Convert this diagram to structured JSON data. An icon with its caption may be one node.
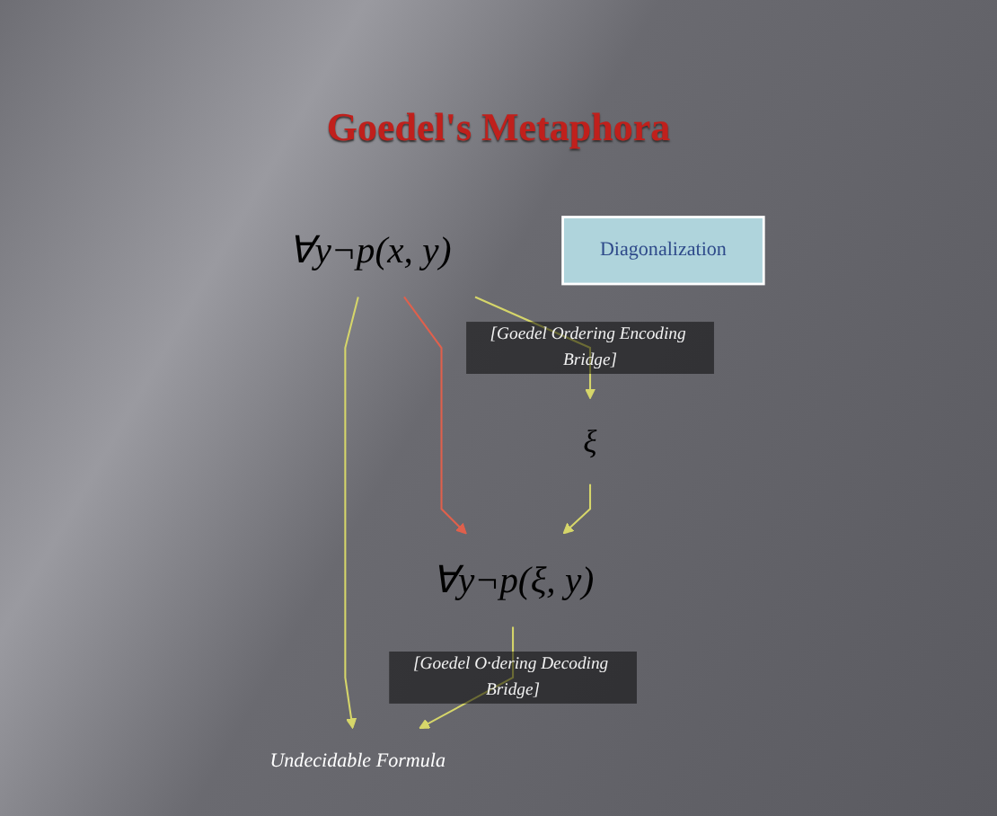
{
  "diagram": {
    "title": "Goedel's Metaphora",
    "nodes": [
      {
        "text": [
          "∀y¬p(x, y)"
        ]
      },
      {
        "text": [
          "Undecidable Formula"
        ]
      },
      {
        "text": [
          "Diagonalization"
        ]
      },
      {
        "text": [
          "ξ"
        ]
      },
      {
        "text": [
          "∀y¬p(ξ, y)"
        ]
      }
    ],
    "edges": [
      {
        "from": 0,
        "to": 1,
        "arrow": "to"
      },
      {
        "from": 0,
        "to": 3,
        "arrow": "to",
        "label": "[Goedel Ordering Encoding Bridge]"
      },
      {
        "from": 0,
        "to": 4,
        "arrow": "to",
        "color": "#e0604c"
      },
      {
        "from": 3,
        "to": 4,
        "arrow": "to"
      },
      {
        "from": 4,
        "to": 1,
        "arrow": "to",
        "label": "[Goedel O·dering Decoding Bridge]"
      }
    ]
  }
}
